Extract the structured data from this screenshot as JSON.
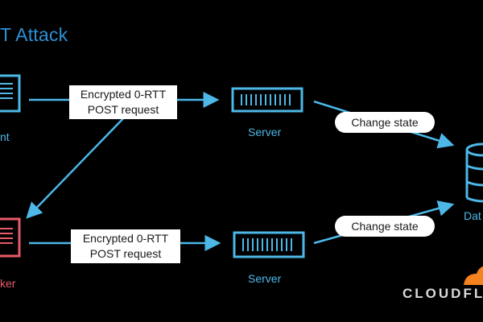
{
  "title": "T Attack",
  "nodes": {
    "client": "nt",
    "server_top": "Server",
    "server_bottom": "Server",
    "attacker": "ker",
    "database": "Dat"
  },
  "edges": {
    "top_request": [
      "Encrypted 0-RTT",
      "POST request"
    ],
    "bottom_request": [
      "Encrypted 0-RTT",
      "POST request"
    ],
    "change_state_top": "Change state",
    "change_state_bottom": "Change state"
  },
  "brand": "CLOUDFL",
  "colors": {
    "blue": "#4db8e8",
    "title_blue": "#2c8fd6",
    "red": "#e85a6a",
    "orange": "#f6821f",
    "background": "#000000"
  }
}
